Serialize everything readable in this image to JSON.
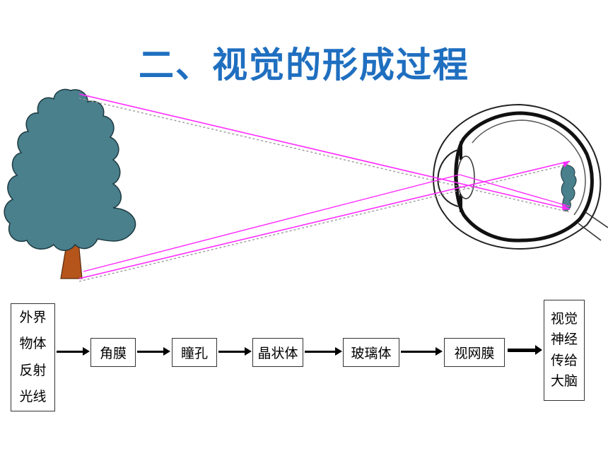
{
  "title": "二、视觉的形成过程",
  "flow": {
    "source": [
      "外界",
      "物体",
      "反射",
      "光线"
    ],
    "steps": [
      "角膜",
      "瞳孔",
      "晶状体",
      "玻璃体",
      "视网膜"
    ],
    "result": [
      "视觉",
      "神经",
      "传给",
      "大脑"
    ]
  },
  "colors": {
    "title": "#1f6fc0",
    "tree_foliage": "#4a7f8c",
    "tree_trunk": "#b5551c",
    "rays": "#ff2cff"
  },
  "icons": [
    "tree-icon",
    "eye-cross-section-icon"
  ]
}
